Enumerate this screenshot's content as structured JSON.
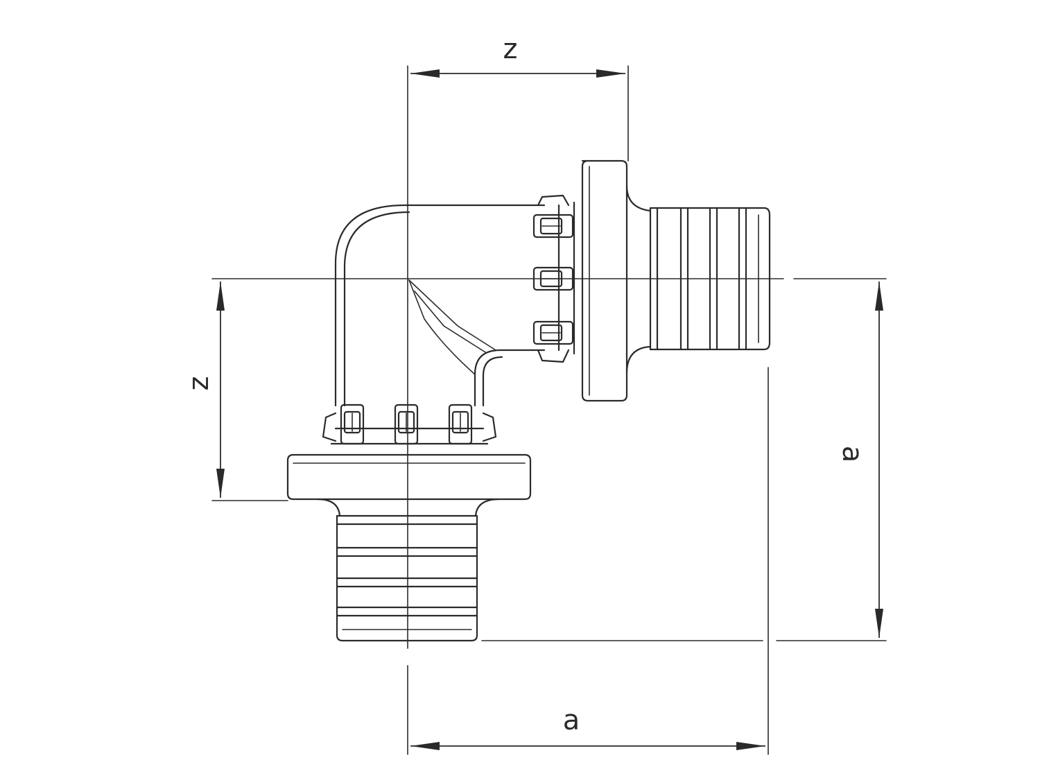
{
  "labels": {
    "z_top": "z",
    "z_left": "z",
    "a_right": "a",
    "a_bottom": "a"
  }
}
